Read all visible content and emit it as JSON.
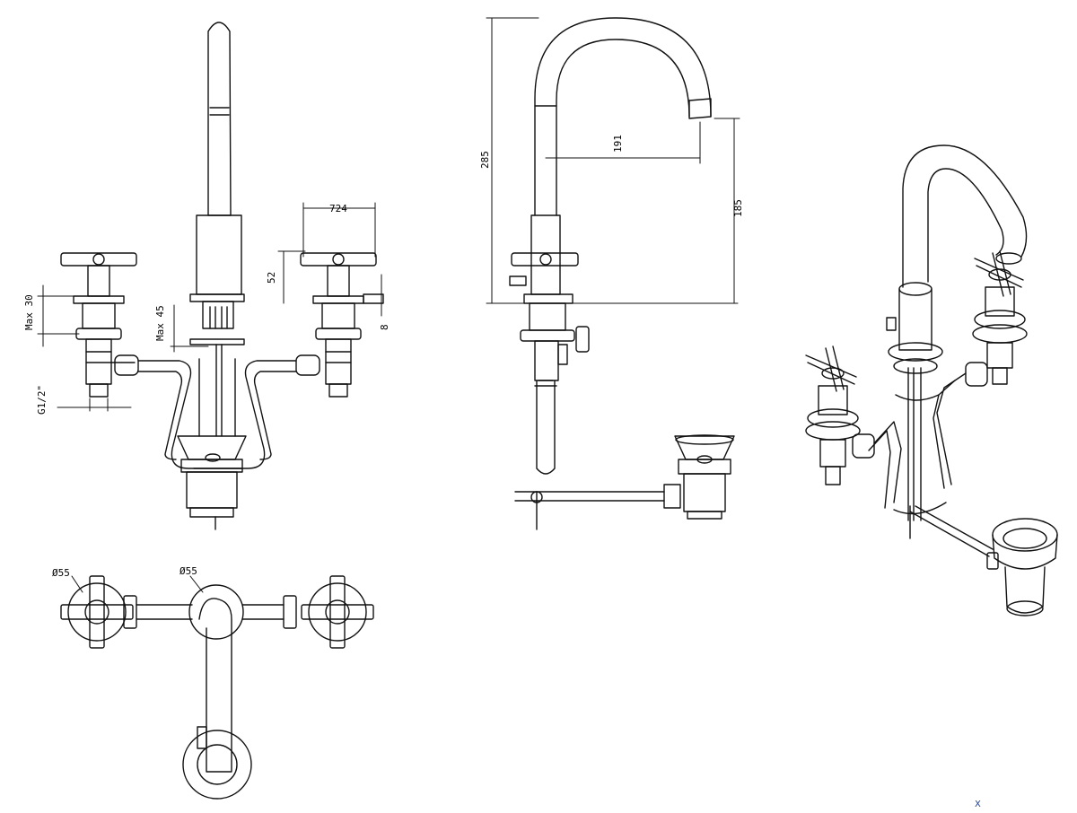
{
  "drawing": {
    "front_view": {
      "dim_spread": "724",
      "dim_handle_height": "52",
      "dim_max_deck_left": "Max 30",
      "dim_max_deck_center": "Max 45",
      "dim_small": "8",
      "dim_thread": "G1/2\""
    },
    "side_view": {
      "dim_total_height": "285",
      "dim_reach": "191",
      "dim_spout_height": "185"
    },
    "top_view": {
      "dim_diameter_left": "Ø55",
      "dim_diameter_center": "Ø55"
    },
    "logo_text": "X"
  }
}
